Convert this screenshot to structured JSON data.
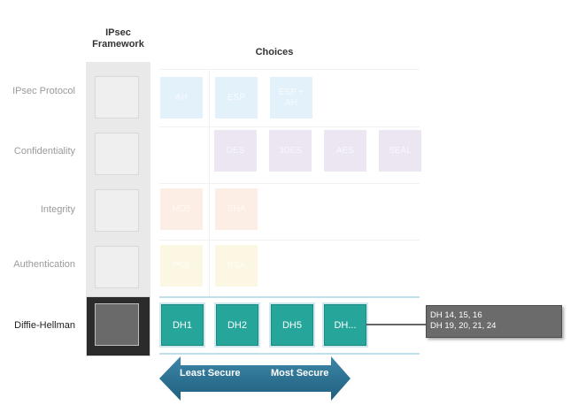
{
  "headers": {
    "framework": "IPsec Framework",
    "choices": "Choices"
  },
  "rows": [
    {
      "label": "IPsec Protocol",
      "options": [
        "AH",
        "ESP",
        "ESP + AH"
      ]
    },
    {
      "label": "Confidentiality",
      "options": [
        "DES",
        "3DES",
        "AES",
        "SEAL"
      ]
    },
    {
      "label": "Integrity",
      "options": [
        "MD5",
        "SHA"
      ]
    },
    {
      "label": "Authentication",
      "options": [
        "PSK",
        "RSA"
      ]
    },
    {
      "label": "Diffie-Hellman",
      "options": [
        "DH1",
        "DH2",
        "DH5",
        "DH..."
      ]
    }
  ],
  "callout": {
    "line1": "DH 14, 15, 16",
    "line2": "DH 19, 20, 21, 24"
  },
  "arrow": {
    "left_label": "Least Secure",
    "right_label": "Most Secure"
  },
  "colors": {
    "protocol": "#e3f1fa",
    "confidentiality": "#ebe6f2",
    "integrity": "#fdeee5",
    "authentication": "#fbf7e3",
    "diffie_hellman": "#26a59b",
    "arrow": "#2a6f8f"
  }
}
